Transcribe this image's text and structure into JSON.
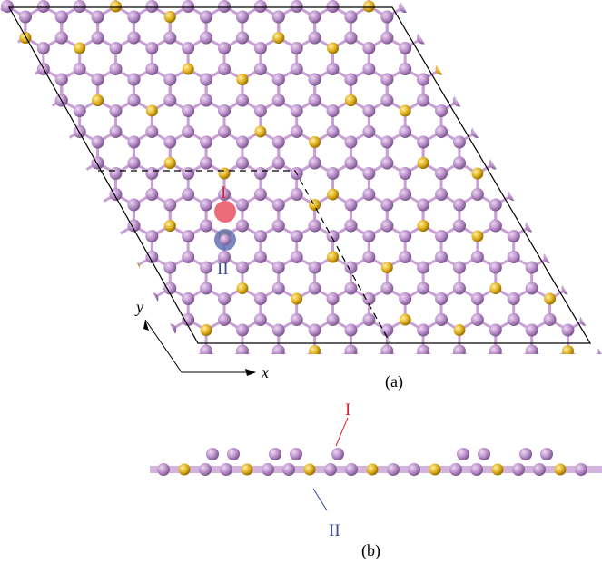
{
  "panel_a": {
    "caption": "(a)",
    "site_1_label": "I",
    "site_2_label": "II",
    "axis_x": "x",
    "axis_y": "y"
  },
  "panel_b": {
    "caption": "(b)",
    "site_1_label": "I",
    "site_2_label": "II"
  },
  "colors": {
    "purple_atom": "#b98ec9",
    "gold_atom": "#e0b020",
    "site_1": "#e8455a",
    "site_2": "#5a6ab0"
  }
}
